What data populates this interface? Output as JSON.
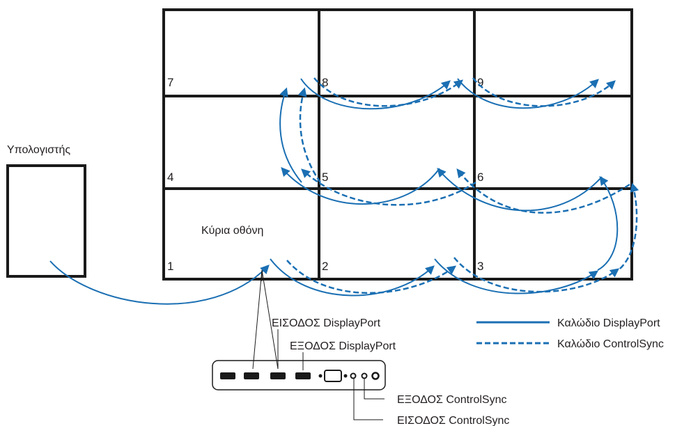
{
  "computer": {
    "label": "Υπολογιστής"
  },
  "video_wall": {
    "main_screen_label": "Κύρια οθόνη",
    "screens": [
      {
        "id": "screen-7",
        "number": "7"
      },
      {
        "id": "screen-8",
        "number": "8"
      },
      {
        "id": "screen-9",
        "number": "9"
      },
      {
        "id": "screen-4",
        "number": "4"
      },
      {
        "id": "screen-5",
        "number": "5"
      },
      {
        "id": "screen-6",
        "number": "6"
      },
      {
        "id": "screen-1",
        "number": "1"
      },
      {
        "id": "screen-2",
        "number": "2"
      },
      {
        "id": "screen-3",
        "number": "3"
      }
    ]
  },
  "ports": {
    "dp_in": "ΕΙΣΟΔΟΣ DisplayPort",
    "dp_out": "ΕΞΟΔΟΣ DisplayPort",
    "cs_out": "ΕΞΟΔΟΣ ControlSync",
    "cs_in": "ΕΙΣΟΔΟΣ ControlSync"
  },
  "legend": {
    "displayport_cable": "Καλώδιο DisplayPort",
    "controlsync_cable": "Καλώδιο ControlSync"
  },
  "colors": {
    "cable": "#1a6fb3",
    "outline": "#1a1a1a",
    "text": "#231f20"
  }
}
